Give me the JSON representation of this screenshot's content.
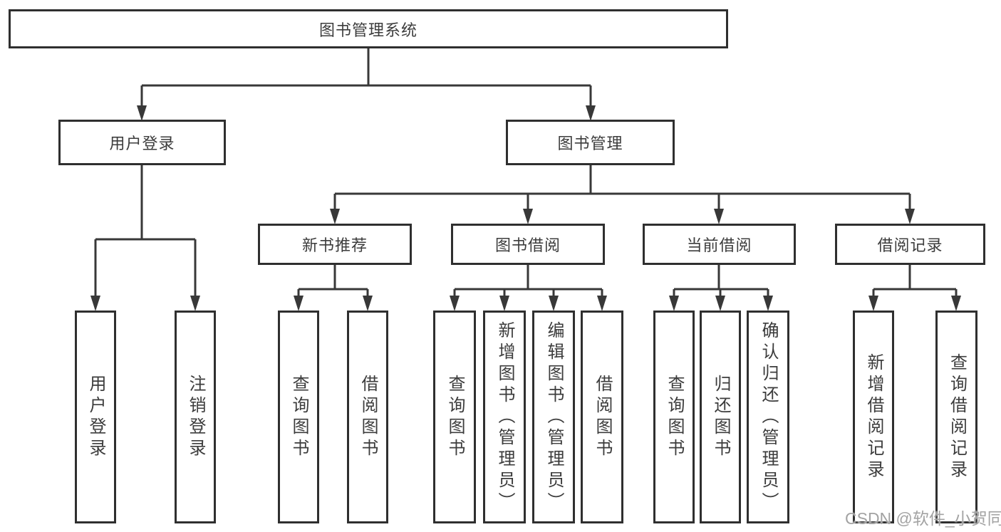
{
  "nodes": {
    "root": "图书管理系统",
    "user_login": "用户登录",
    "book_mgmt": "图书管理",
    "new_book_rec": "新书推荐",
    "book_borrow": "图书借阅",
    "current_borrow": "当前借阅",
    "borrow_record": "借阅记录",
    "leaf_user_login": "用户登录",
    "leaf_logout": "注销登录",
    "leaf_query_book_rec": "查询图书",
    "leaf_borrow_book_rec": "借阅图书",
    "leaf_query_book_borrow": "查询图书",
    "leaf_add_book_admin": "新增图书（管理员）",
    "leaf_edit_book_admin": "编辑图书（管理员）",
    "leaf_borrow_book_borrow": "借阅图书",
    "leaf_query_book_current": "查询图书",
    "leaf_return_book": "归还图书",
    "leaf_confirm_return_admin": "确认归还（管理员）",
    "leaf_add_borrow_record": "新增借阅记录",
    "leaf_query_borrow_record": "查询借阅记录"
  },
  "watermark": "CSDN @软件_小贺同学",
  "colors": {
    "line": "#383838",
    "border": "#2f2f2f",
    "text": "#3c3c3c",
    "watermark": "#a3a3a3",
    "background": "#ffffff"
  }
}
